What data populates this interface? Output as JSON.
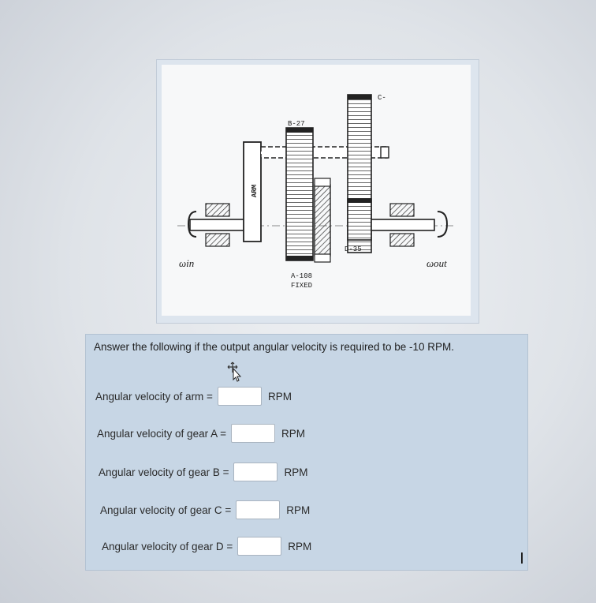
{
  "figure": {
    "label_b": "B-27",
    "label_c": "C-",
    "label_d": "D-35",
    "label_arm": "ARM",
    "label_a": "A-108",
    "label_fixed": "FIXED",
    "label_w_in": "ωin",
    "label_w_out": "ωout"
  },
  "question": {
    "prompt": "Answer the following if the output angular velocity is required to be -10 RPM.",
    "rows": [
      {
        "label": "Angular velocity of arm =",
        "value": "",
        "unit": "RPM"
      },
      {
        "label": "Angular velocity of gear A =",
        "value": "",
        "unit": "RPM"
      },
      {
        "label": "Angular velocity of gear B =",
        "value": "",
        "unit": "RPM"
      },
      {
        "label": "Angular velocity of gear C =",
        "value": "",
        "unit": "RPM"
      },
      {
        "label": "Angular velocity of gear D =",
        "value": "",
        "unit": "RPM"
      }
    ]
  },
  "icons": [
    "move-cursor-icon"
  ]
}
